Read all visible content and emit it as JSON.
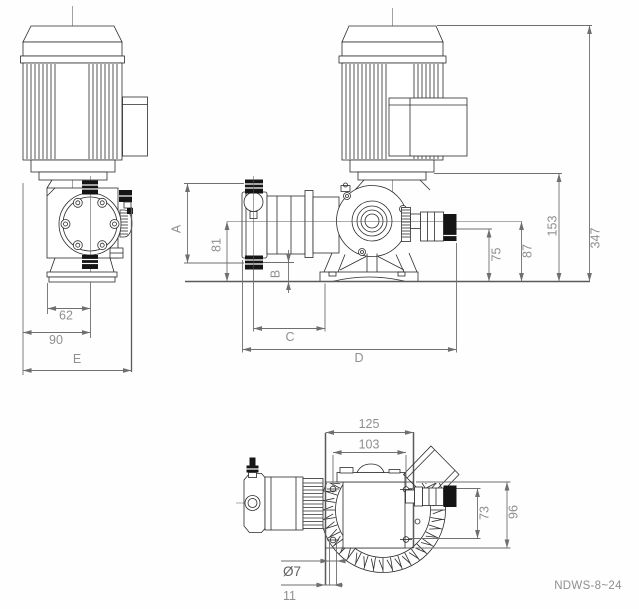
{
  "drawing": {
    "model": "NDWS-8~24",
    "type_label": "diaphragm metering pump dimension drawing",
    "views": {
      "front": {
        "dims": {
          "inner_width": "62",
          "outer_width": "90",
          "overall_width": "E"
        }
      },
      "side": {
        "dims": {
          "a": "A",
          "h81": "81",
          "b": "B",
          "c": "C",
          "d": "D",
          "h75": "75",
          "h87": "87",
          "h153": "153",
          "h347": "347"
        }
      },
      "plan": {
        "dims": {
          "w125": "125",
          "w103": "103",
          "h73": "73",
          "h96": "96",
          "dia": "Ø7",
          "e11": "11"
        }
      }
    },
    "colors": {
      "line": "#2b2b2b",
      "dim_line": "#6f6f6f",
      "dim_text": "#8f8f8f",
      "solid_fitting": "#151515",
      "background": "#fefefe"
    }
  }
}
